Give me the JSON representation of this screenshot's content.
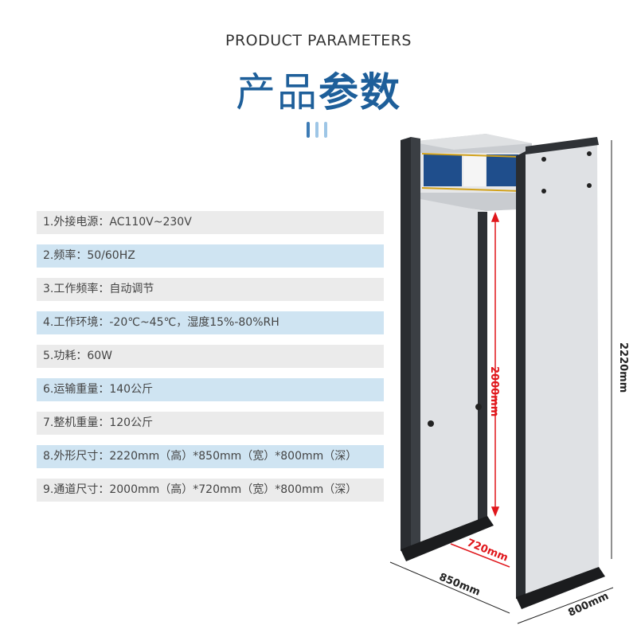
{
  "header": {
    "title_en": "PRODUCT PARAMETERS",
    "title_cn_light": "产品",
    "title_cn_bold": "参数"
  },
  "colors": {
    "accent": "#1e5f9a",
    "row_gray": "#ebebeb",
    "row_blue": "#cfe4f2",
    "dimension_red": "#e0161b"
  },
  "params": [
    "1.外接电源：AC110V~230V",
    "2.频率：50/60HZ",
    "3.工作频率：自动调节",
    "4.工作环境：-20℃~45℃，湿度15%-80%RH",
    "5.功耗：60W",
    "6.运输重量：140公斤",
    "7.整机重量：120公斤",
    "8.外形尺寸：2220mm（高）*850mm（宽）*800mm（深）",
    "9.通道尺寸：2000mm（高）*720mm（宽）*800mm（深）"
  ],
  "dimensions": {
    "inner_height": "2000mm",
    "inner_width": "720mm",
    "outer_height": "2220mm",
    "outer_width": "850mm",
    "depth": "800mm"
  }
}
